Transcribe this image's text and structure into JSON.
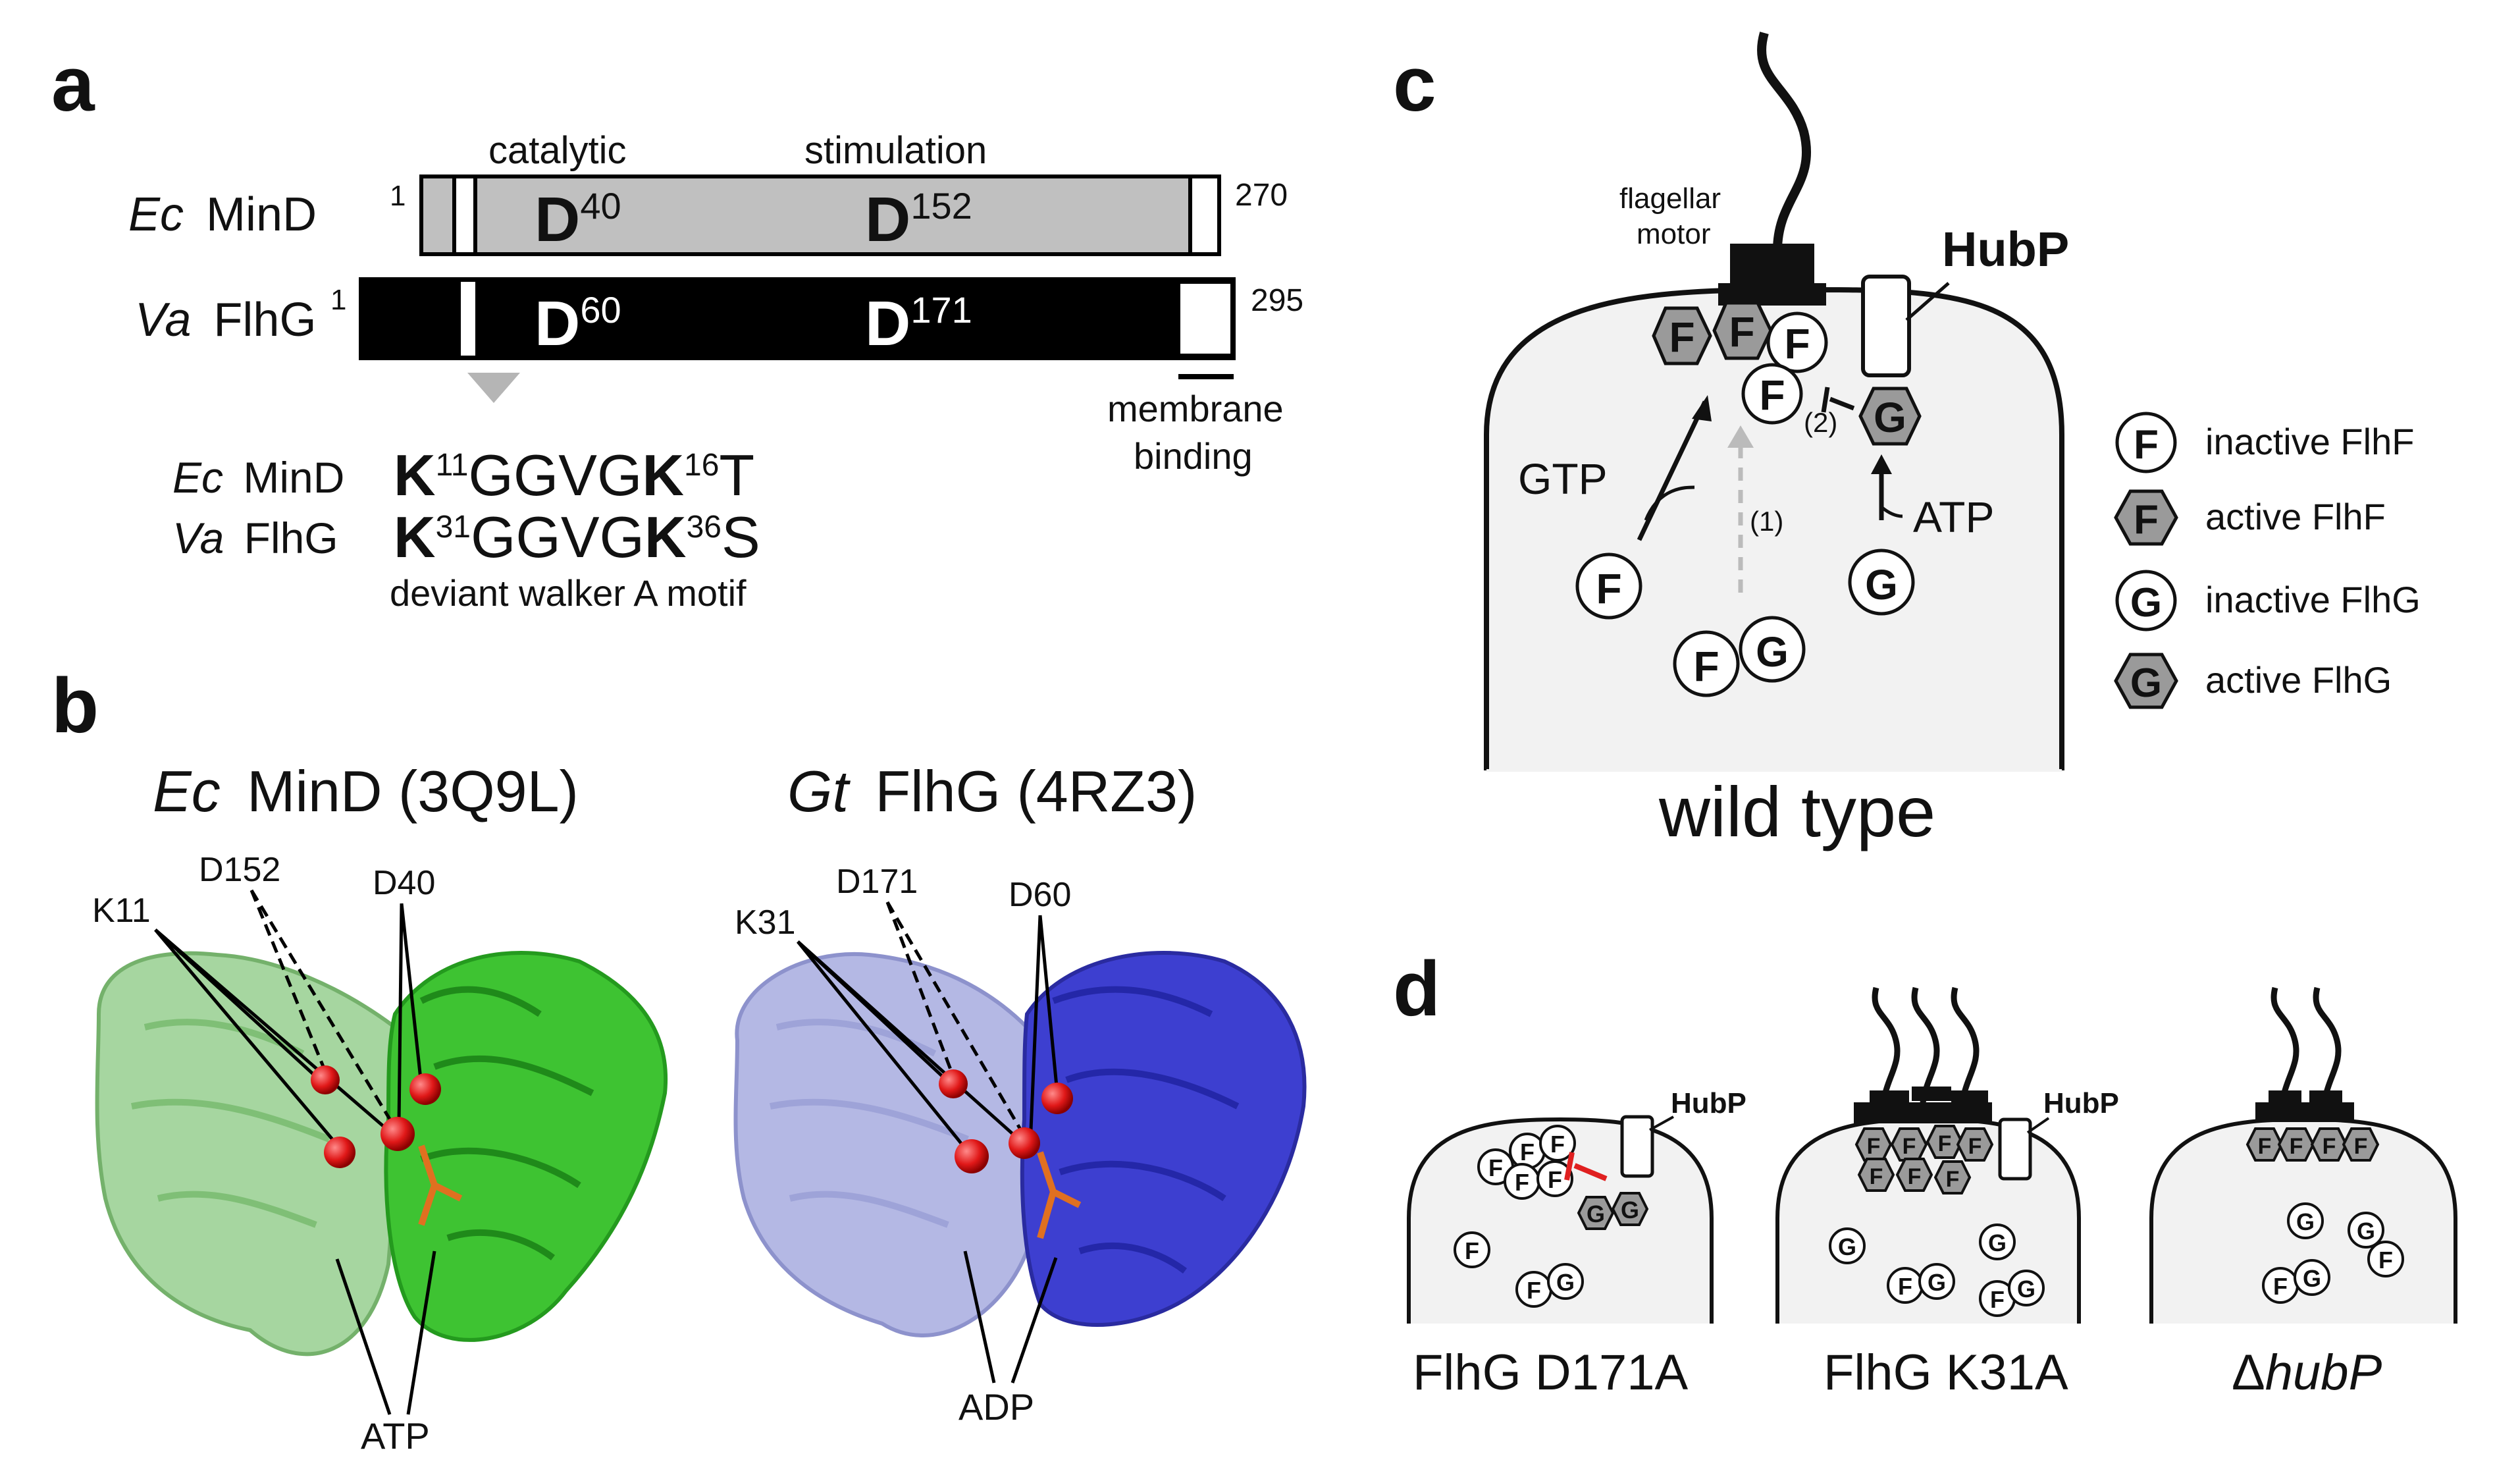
{
  "panels": {
    "a": "a",
    "b": "b",
    "c": "c",
    "d": "d"
  },
  "panel_a": {
    "headers": {
      "catalytic": "catalytic",
      "stimulation": "stimulation"
    },
    "mind_row": {
      "species": "Ec",
      "protein": "MinD",
      "start": "1",
      "end": "270",
      "res1": "40",
      "res2": "152",
      "res_letter": "D"
    },
    "flhg_row": {
      "species": "Va",
      "protein": "FlhG",
      "start": "1",
      "end": "295",
      "res1": "60",
      "res2": "171",
      "res_letter": "D"
    },
    "membrane_label": [
      "membrane",
      "binding"
    ],
    "motif_mind": {
      "species": "Ec",
      "protein": "MinD",
      "k1": "K",
      "n1": "11",
      "mid": "GGVG",
      "k2": "K",
      "n2": "16",
      "tail": "T"
    },
    "motif_flhg": {
      "species": "Va",
      "protein": "FlhG",
      "k1": "K",
      "n1": "31",
      "mid": "GGVG",
      "k2": "K",
      "n2": "36",
      "tail": "S"
    },
    "motif_caption": "deviant walker A motif"
  },
  "panel_b": {
    "left": {
      "species": "Ec",
      "title": "MinD (3Q9L)",
      "labels": {
        "k": "K11",
        "d1": "D152",
        "d2": "D40",
        "lig": "ATP"
      },
      "colors": {
        "dark": "#3ec332",
        "light": "#a6d6a0"
      }
    },
    "right": {
      "species": "Gt",
      "title": "FlhG (4RZ3)",
      "labels": {
        "k": "K31",
        "d1": "D171",
        "d2": "D60",
        "lig": "ADP"
      },
      "colors": {
        "dark": "#3d3fd0",
        "light": "#b4b8e4"
      }
    }
  },
  "panel_c": {
    "motor_label": [
      "flagellar",
      "motor"
    ],
    "hubp": "HubP",
    "gtp": "GTP",
    "atp": "ATP",
    "step1": "(1)",
    "step2": "(2)",
    "f": "F",
    "g": "G",
    "legend": [
      {
        "glyph": "F",
        "shape": "circle",
        "text": "inactive FlhF"
      },
      {
        "glyph": "F",
        "shape": "hexagon",
        "text": "active FlhF"
      },
      {
        "glyph": "G",
        "shape": "circle",
        "text": "inactive FlhG"
      },
      {
        "glyph": "G",
        "shape": "hexagon",
        "text": "active FlhG"
      }
    ],
    "caption": "wild type"
  },
  "panel_d": {
    "hubp": "HubP",
    "captions": {
      "d171a": "FlhG D171A",
      "k31a": "FlhG K31A",
      "delta": "Δ",
      "hubp": "hubP"
    }
  },
  "colors": {
    "red": "#e02020",
    "grey_fill": "#9a9a9a",
    "cell_fill": "#f2f2f2",
    "mind_bar": "#c0c0c0"
  }
}
